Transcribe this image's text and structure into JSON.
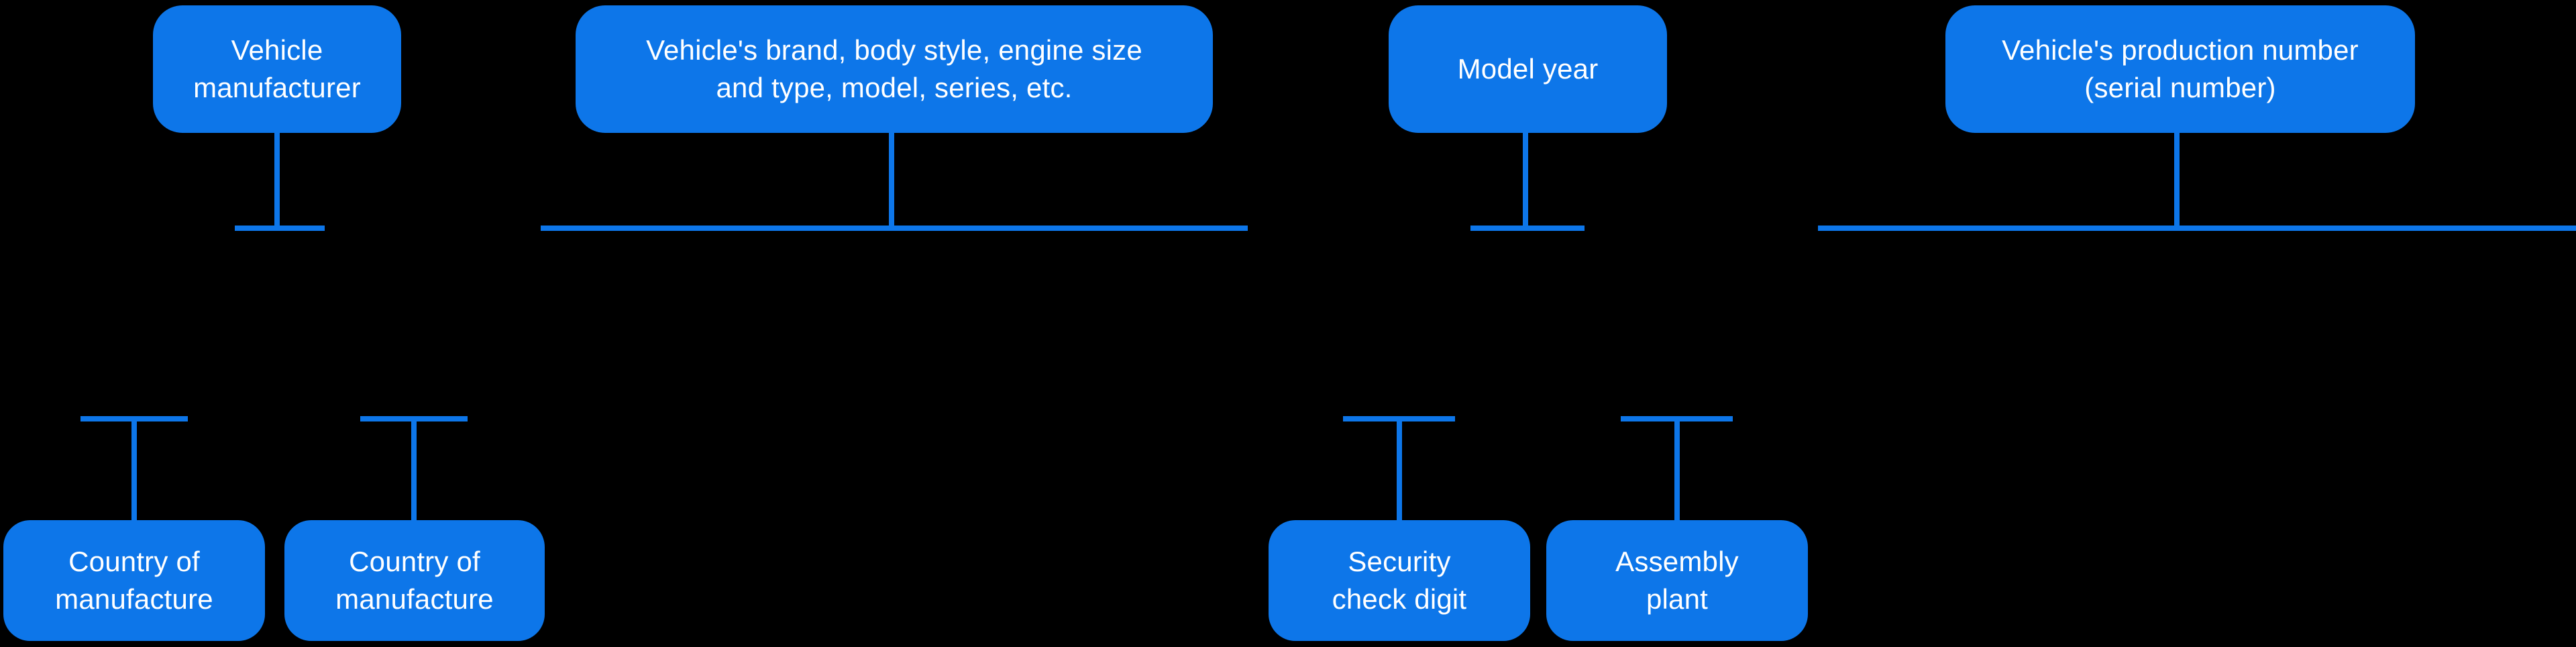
{
  "diagram": {
    "type": "vin-structure-diagram",
    "colors": {
      "background": "#000000",
      "node_fill": "#0d76e9",
      "connector": "#0d76e9",
      "text": "#ffffff"
    },
    "top_nodes": [
      {
        "label": "Vehicle\nmanufacturer"
      },
      {
        "label": "Vehicle's brand, body style, engine size\nand type, model, series, etc."
      },
      {
        "label": "Model year"
      },
      {
        "label": "Vehicle's production number\n(serial number)"
      }
    ],
    "bottom_nodes": [
      {
        "label": "Country of\nmanufacture"
      },
      {
        "label": "Country of\nmanufacture"
      },
      {
        "label": "Security\ncheck digit"
      },
      {
        "label": "Assembly\nplant"
      }
    ]
  }
}
